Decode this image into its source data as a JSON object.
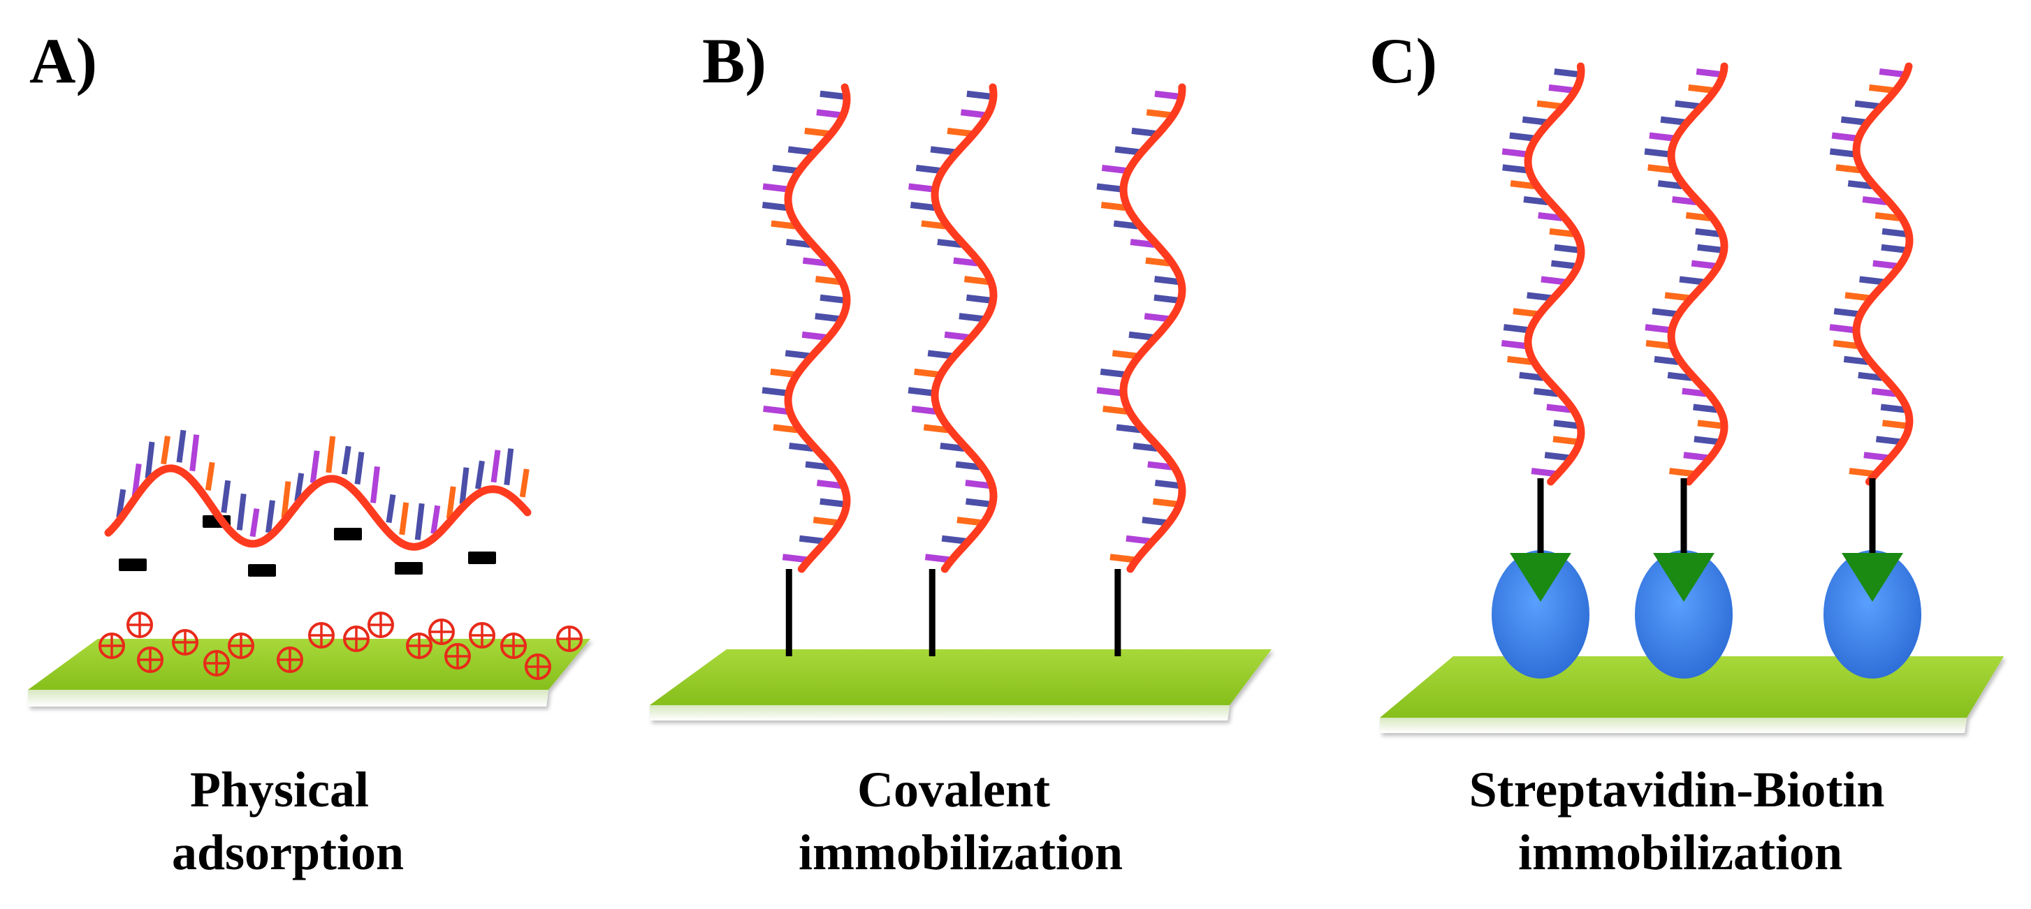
{
  "panels": [
    {
      "letter": "A)",
      "caption_line1": "Physical",
      "caption_line2": "adsorption"
    },
    {
      "letter": "B)",
      "caption_line1": "Covalent",
      "caption_line2": "immobilization"
    },
    {
      "letter": "C)",
      "caption_line1": "Streptavidin-Biotin",
      "caption_line2": "immobilization"
    }
  ],
  "colors": {
    "surface": "#9acd32",
    "surface_dark": "#6e9e12",
    "backbone": "#ff3b1f",
    "base_blue": "#4b4fa8",
    "base_purple": "#b040d8",
    "base_orange": "#ff6a1a",
    "linker": "#000000",
    "streptavidin": "#3f86f0",
    "biotin": "#1a8a12",
    "charge": "#e82a1a"
  },
  "icons": {
    "positive_charge": "circled-plus",
    "negative_charge": "black-dash",
    "biotin": "green-triangle",
    "streptavidin": "blue-oval"
  }
}
